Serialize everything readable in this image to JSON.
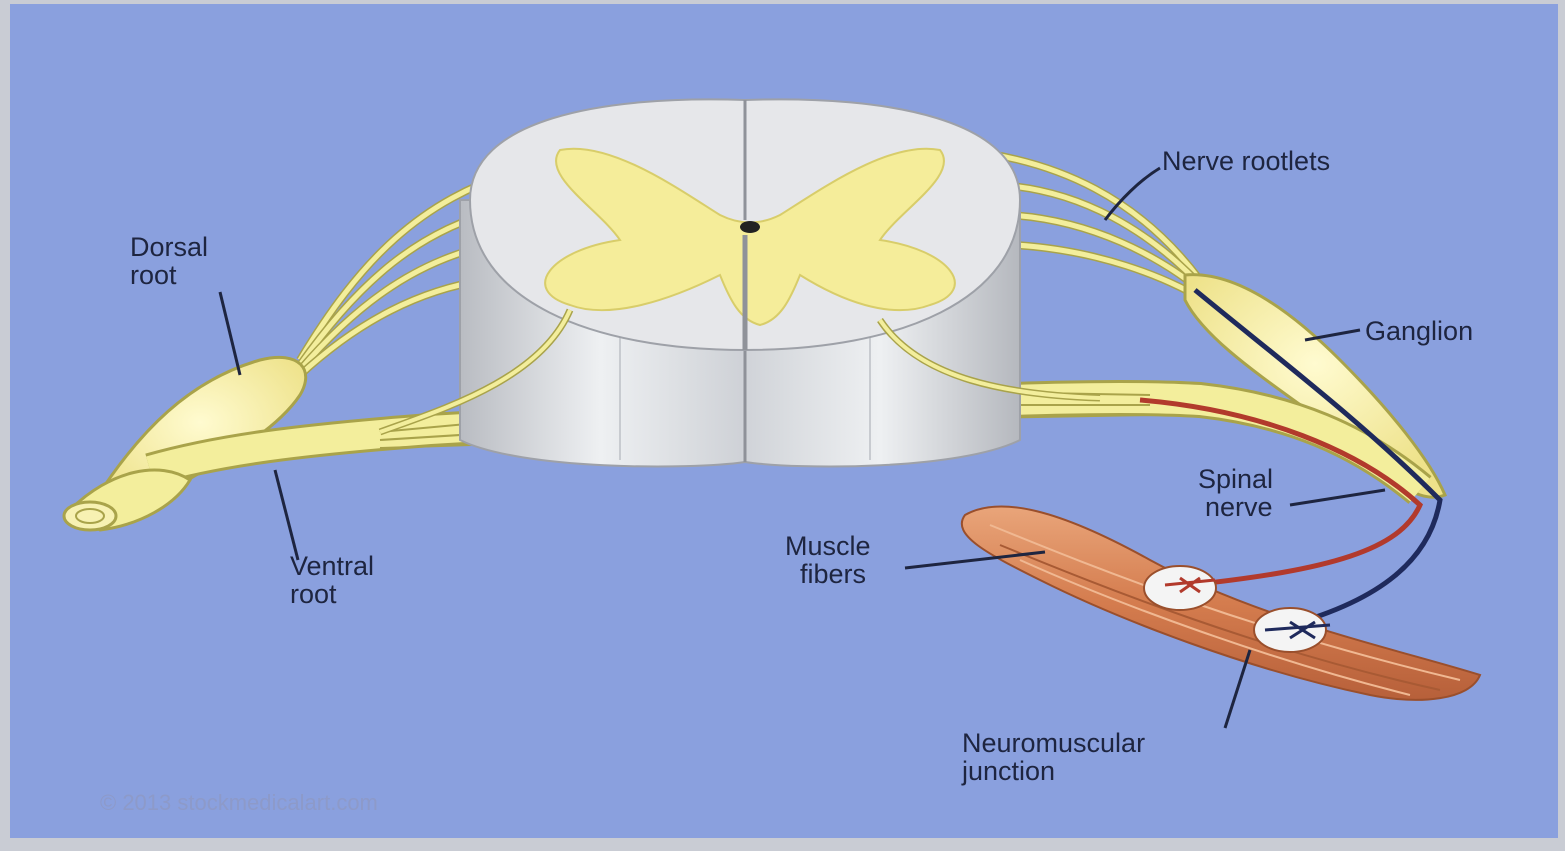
{
  "diagram": {
    "labels": {
      "dorsal_root": [
        "Dorsal",
        "root"
      ],
      "nerve_rootlets": "Nerve rootlets",
      "ganglion": "Ganglion",
      "spinal_nerve": [
        "Spinal",
        "nerve"
      ],
      "muscle_fibers": [
        "Muscle",
        "fibers"
      ],
      "ventral_root": [
        "Ventral",
        "root"
      ],
      "neuromuscular_junction": [
        "Neuromuscular",
        "junction"
      ]
    },
    "copyright": "© 2013 stockmedicalart.com"
  },
  "colors": {
    "background": "#8aa0de",
    "frame": "#c9ccd4",
    "nerve": "#f3ee9c",
    "nerve_outline": "#a9a34a",
    "grey_matter": "#f5ed9a",
    "white_matter": "#e1e2e5",
    "muscle": "#d98a5c",
    "motor_axon": "#b23a2c",
    "sensory_axon": "#1f2a5c"
  }
}
